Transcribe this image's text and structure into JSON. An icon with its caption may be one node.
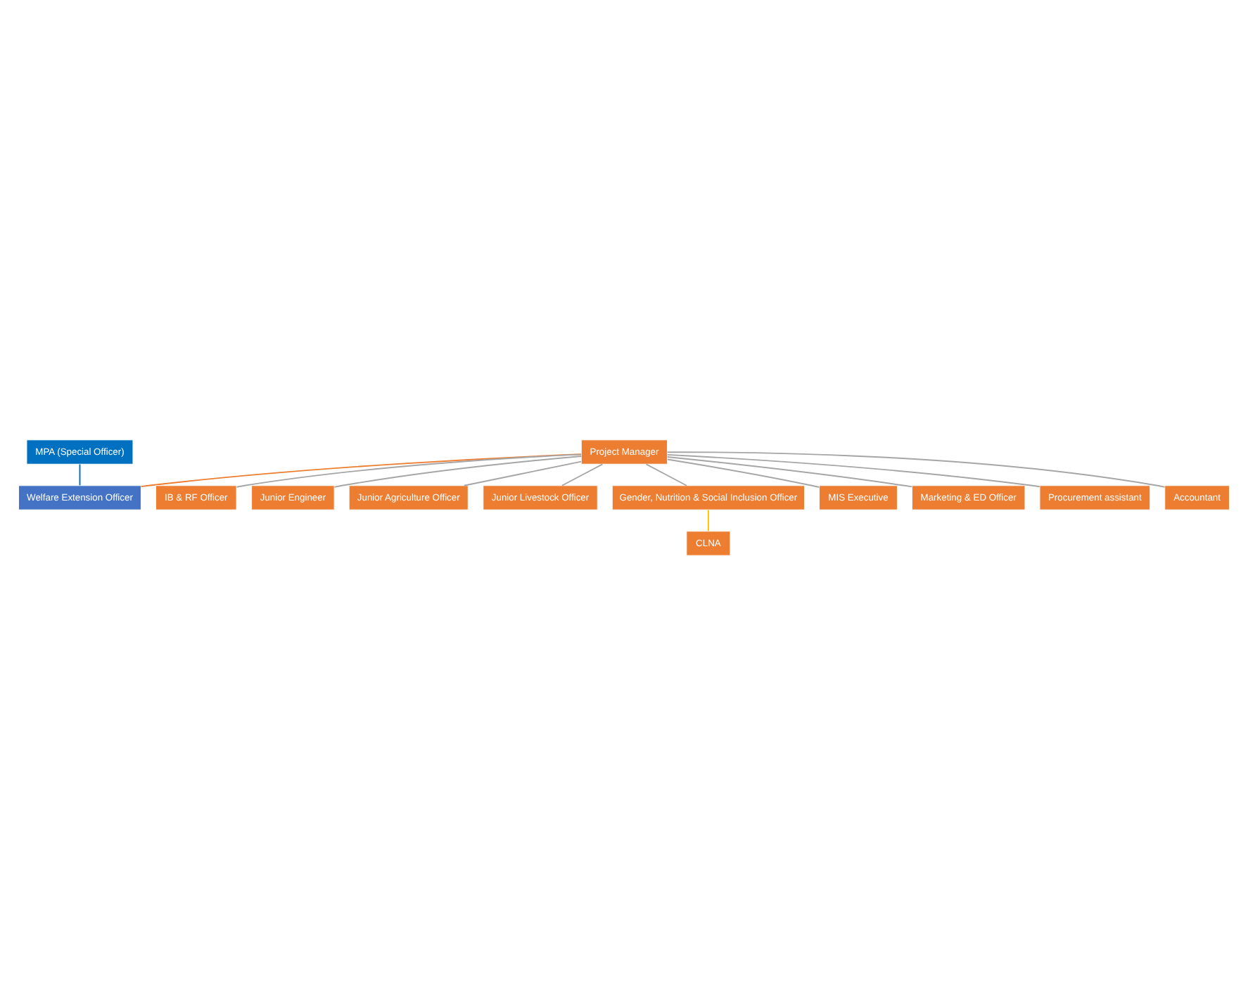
{
  "diagram": {
    "nodes": [
      {
        "text": [
          "MPA (Special Officer)"
        ]
      },
      {
        "text": [
          "Project Manager"
        ]
      },
      {
        "text": [
          "Welfare Extension Officer"
        ]
      },
      {
        "text": [
          "IB & RF Officer"
        ]
      },
      {
        "text": [
          "Junior Engineer"
        ]
      },
      {
        "text": [
          "Junior Agriculture Officer"
        ]
      },
      {
        "text": [
          "Junior Livestock Officer"
        ]
      },
      {
        "text": [
          "Gender, Nutrition & Social Inclusion Officer"
        ]
      },
      {
        "text": [
          "MIS Executive"
        ]
      },
      {
        "text": [
          "CLNA"
        ]
      },
      {
        "text": [
          "Marketing & ED Officer"
        ]
      },
      {
        "text": [
          "Procurement assistant"
        ]
      },
      {
        "text": [
          "Accountant"
        ]
      }
    ],
    "edges": [
      {
        "from": 0,
        "to": 2,
        "arrow": "none",
        "color": "#0070c0"
      },
      {
        "from": 1,
        "to": 2,
        "arrow": "none",
        "color": "#ed7d31"
      },
      {
        "from": 1,
        "to": 3,
        "arrow": "none"
      },
      {
        "from": 1,
        "to": 4,
        "arrow": "none"
      },
      {
        "from": 1,
        "to": 5,
        "arrow": "none"
      },
      {
        "from": 1,
        "to": 6,
        "arrow": "none"
      },
      {
        "from": 1,
        "to": 7,
        "arrow": "none"
      },
      {
        "from": 1,
        "to": 8,
        "arrow": "none"
      },
      {
        "from": 7,
        "to": 9,
        "arrow": "none",
        "color": "#ffc000"
      },
      {
        "from": 1,
        "to": 10,
        "arrow": "none"
      },
      {
        "from": 1,
        "to": 11,
        "arrow": "none"
      },
      {
        "from": 1,
        "to": 12,
        "arrow": "none"
      }
    ]
  }
}
